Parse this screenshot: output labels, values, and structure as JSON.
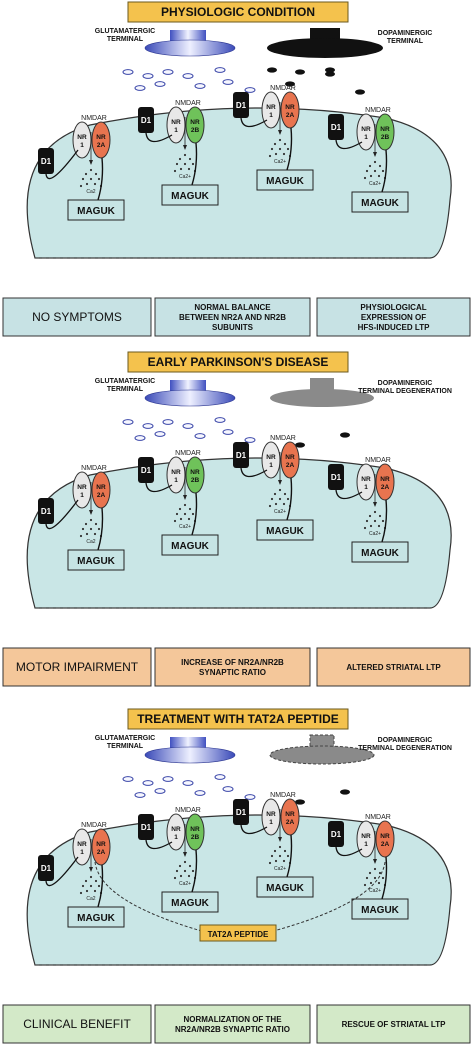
{
  "panels": [
    {
      "title": "PHYSIOLOGIC CONDITION",
      "glut_label": [
        "GLUTAMATERGIC",
        "TERMINAL"
      ],
      "dopa_label": [
        "DOPAMINERGIC",
        "TERMINAL"
      ],
      "boxes": [
        [
          "NO SYMPTOMS"
        ],
        [
          "NORMAL BALANCE",
          "BETWEEN NR2A AND NR2B",
          "SUBUNITS"
        ],
        [
          "PHYSIOLOGICAL",
          "EXPRESSION OF",
          "HFS-INDUCED LTP"
        ]
      ],
      "receptors": [
        "NR2A",
        "NR2B",
        "NR2A",
        "NR2B"
      ]
    },
    {
      "title": "EARLY PARKINSON'S DISEASE",
      "glut_label": [
        "GLUTAMATERGIC",
        "TERMINAL"
      ],
      "dopa_label": [
        "DOPAMINERGIC",
        "TERMINAL DEGENERATION"
      ],
      "boxes": [
        [
          "MOTOR IMPAIRMENT"
        ],
        [
          "INCREASE OF NR2A/NR2B",
          "SYNAPTIC RATIO"
        ],
        [
          "ALTERED STRIATAL LTP"
        ]
      ],
      "receptors": [
        "NR2A",
        "NR2B",
        "NR2A",
        "NR2A"
      ]
    },
    {
      "title": "TREATMENT WITH TAT2A PEPTIDE",
      "glut_label": [
        "GLUTAMATERGIC",
        "TERMINAL"
      ],
      "dopa_label": [
        "DOPAMINERGIC",
        "TERMINAL DEGENERATION"
      ],
      "peptide": "TAT2A PEPTIDE",
      "boxes": [
        [
          "CLINICAL BENEFIT"
        ],
        [
          "NORMALIZATION OF THE",
          "NR2A/NR2B SYNAPTIC RATIO"
        ],
        [
          "RESCUE OF STRIATAL LTP"
        ]
      ],
      "receptors": [
        "NR2A",
        "NR2B",
        "NR2A",
        "NR2A"
      ]
    }
  ],
  "labels": {
    "nmdar": "NMDAR",
    "nr1_a": "NR",
    "nr1_b": "1",
    "d1": "D1",
    "maguk": "MAGUK",
    "ca_a": "Ca2",
    "ca_b": "Ca2+"
  },
  "colors": {
    "title_fill": "#f4c24d",
    "cell_fill": "#c9e6e6",
    "box_physiologic": "#c7e2e4",
    "box_parkinson": "#f4c79a",
    "box_treatment": "#d3e9c8",
    "nr2a": "#e8744f",
    "nr2b": "#6fc25a",
    "nr1": "#e8e8e8",
    "glut_terminal": "#5b6bc8",
    "dopa_terminal": "#111111",
    "dopa_degenerated": "#8a8a8a"
  }
}
